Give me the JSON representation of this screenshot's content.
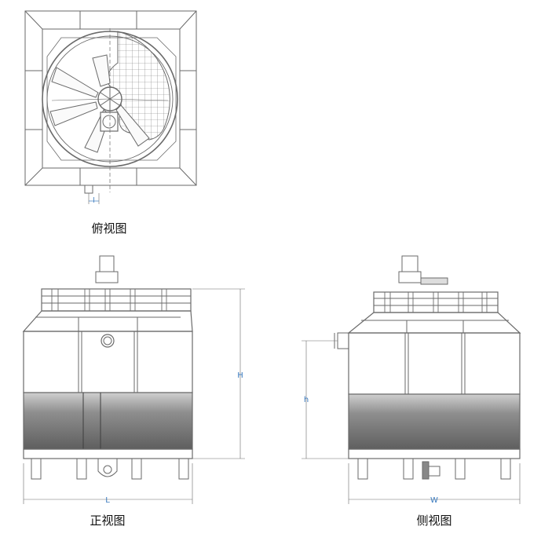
{
  "labels": {
    "top_view": "俯视图",
    "front_view": "正视图",
    "side_view": "侧视图"
  },
  "dimensions": {
    "l": "l",
    "H": "H",
    "h": "h",
    "L": "L",
    "W": "W"
  },
  "colors": {
    "line": "#6a6a6a",
    "dim": "#3a7bbf",
    "panel_dark": "#6b6b6b",
    "panel_light": "#f2f2f2"
  }
}
